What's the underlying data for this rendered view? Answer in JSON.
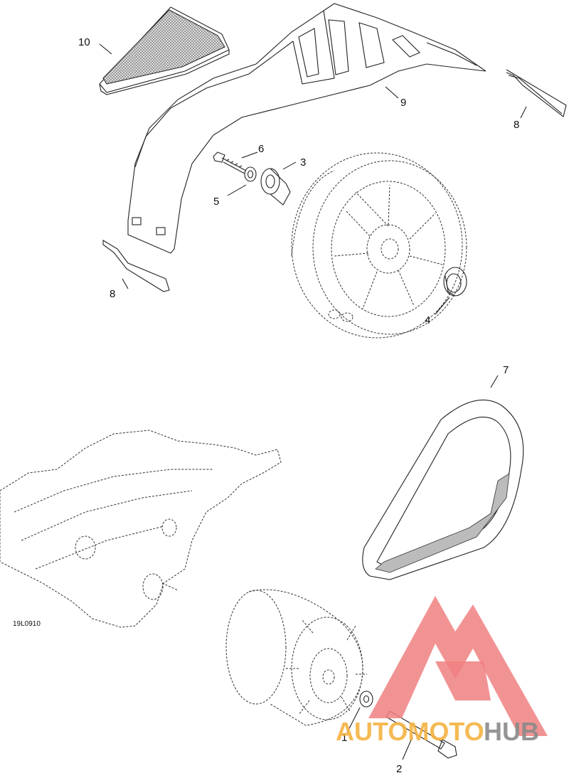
{
  "diagram": {
    "reference_code": "19L0910",
    "callouts": [
      {
        "id": "c1",
        "label": "1"
      },
      {
        "id": "c2",
        "label": "2"
      },
      {
        "id": "c3",
        "label": "3"
      },
      {
        "id": "c4",
        "label": "4"
      },
      {
        "id": "c5",
        "label": "5"
      },
      {
        "id": "c6",
        "label": "6"
      },
      {
        "id": "c7",
        "label": "7"
      },
      {
        "id": "c8a",
        "label": "8"
      },
      {
        "id": "c8b",
        "label": "8"
      },
      {
        "id": "c9",
        "label": "9"
      },
      {
        "id": "c10",
        "label": "10"
      }
    ]
  },
  "watermark": {
    "text_part1": "AUTOMOTO",
    "text_part2": "HUB",
    "colors": {
      "triangle": "#f08080",
      "part1": "#f5b342",
      "part2": "#8a8a8a"
    }
  }
}
